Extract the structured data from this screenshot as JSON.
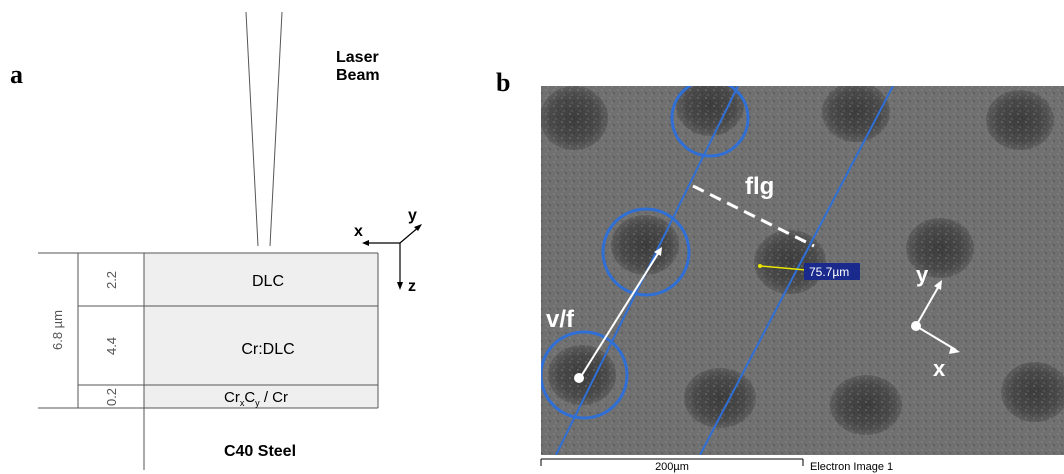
{
  "panel_a": {
    "label": "a",
    "laser_label_line1": "Laser",
    "laser_label_line2": "Beam",
    "axis_x": "x",
    "axis_y": "y",
    "axis_z": "z",
    "total_thickness": "6.8 µm",
    "layers": [
      {
        "thickness": "2.2",
        "name": "DLC"
      },
      {
        "thickness": "4.4",
        "name": "Cr:DLC"
      },
      {
        "thickness": "0.2",
        "name": "CrxCy / Cr"
      }
    ],
    "layer3_name_parts": [
      "Cr",
      "x",
      "C",
      "y",
      " / Cr"
    ],
    "substrate": "C40 Steel",
    "colors": {
      "layer_fill": "#efefef",
      "line": "#555555"
    }
  },
  "panel_b": {
    "label": "b",
    "flg_label": "flg",
    "vf_label": "v/f",
    "measure_label": "75.7µm",
    "axis_x": "x",
    "axis_y": "y",
    "scale_bar_label": "200µm",
    "image_caption": "Electron Image 1",
    "colors": {
      "track_lines": "#2f6fd6",
      "circles": "#2f6fd6",
      "measure_bg": "#1a2a8c",
      "measure_line": "#e8e800"
    }
  }
}
